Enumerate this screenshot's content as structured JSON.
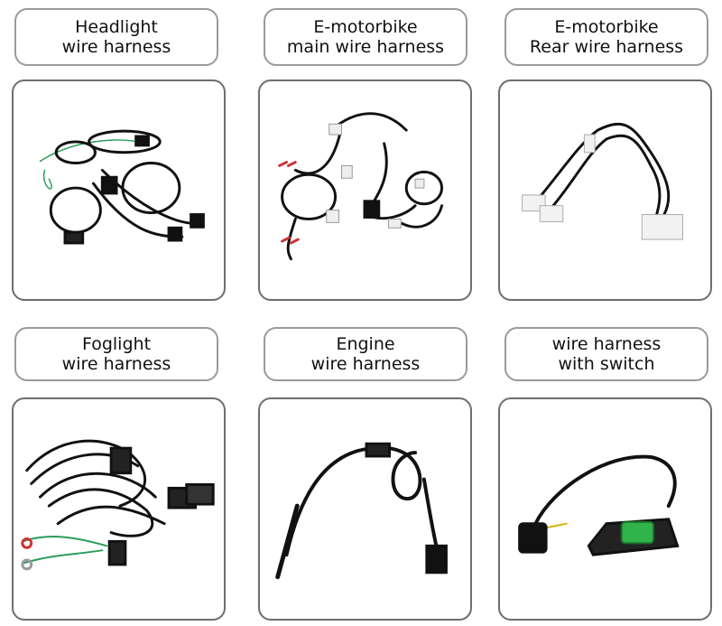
{
  "products": [
    {
      "line1": "Headlight",
      "line2": "wire harness",
      "image_icon": "headlight-harness"
    },
    {
      "line1": "E-motorbike",
      "line2": "main wire harness",
      "image_icon": "main-harness"
    },
    {
      "line1": "E-motorbike",
      "line2": "Rear wire harness",
      "image_icon": "rear-harness"
    },
    {
      "line1": "Foglight",
      "line2": "wire harness",
      "image_icon": "foglight-harness"
    },
    {
      "line1": "Engine",
      "line2": "wire harness",
      "image_icon": "engine-harness"
    },
    {
      "line1": "wire harness",
      "line2": "with switch",
      "image_icon": "switch-harness"
    }
  ],
  "colors": {
    "wire": "#111111",
    "label_border": "#9a9a9a",
    "panel_border": "#6e6e6e",
    "switch_lens": "#2fb34a",
    "wire_green": "#2a9d5c"
  }
}
